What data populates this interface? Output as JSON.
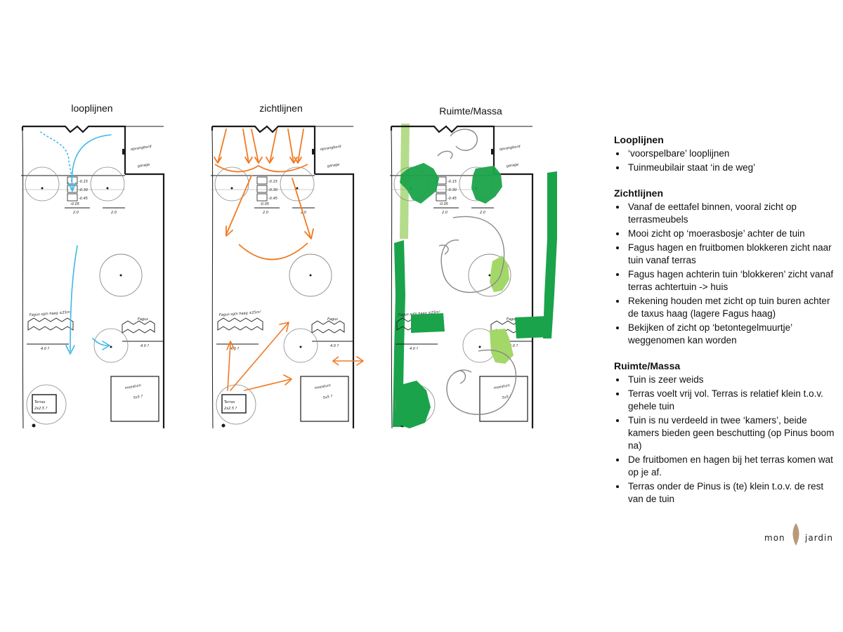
{
  "plans": [
    {
      "id": "looplijnen",
      "title": "looplijnen"
    },
    {
      "id": "zichtlijnen",
      "title": "zichtlijnen"
    },
    {
      "id": "ruimte",
      "title": "Ruimte/Massa"
    }
  ],
  "plan_labels": {
    "opvang": "opvangbord",
    "garage": "garage",
    "m015": "-0.15",
    "m030": "-0.30",
    "m045": "-0.45",
    "m005": "-0.05",
    "dim20a": "2.0",
    "dim20b": "2.0",
    "fagus_left": "Fagus sgln haag ±25m²",
    "fagus_right": "Fagus",
    "dim40a": "4.0 ?",
    "dim40b": "4.0 ?",
    "terras": "Terras",
    "terras_size": "2x2.5 ?",
    "moestuin": "moestuin",
    "moestuin_size": "5x5 ?"
  },
  "colors": {
    "line": "#1a1a1a",
    "walk": "#3db8e6",
    "view": "#f07a22",
    "mass_dark": "#1aa34a",
    "mass_light": "#a3d868",
    "mass_pale": "#b5dc8a",
    "circle": "#888888"
  },
  "notes": {
    "sections": [
      {
        "heading": "Looplijnen",
        "items": [
          "‘voorspelbare’ looplijnen",
          "Tuinmeubilair staat ‘in de weg’"
        ]
      },
      {
        "heading": "Zichtlijnen",
        "items": [
          "Vanaf de eettafel binnen, vooral zicht op terrasmeubels",
          "Mooi zicht op ‘moerasbosje’ achter de tuin",
          "Fagus hagen en fruitbomen blokkeren zicht naar tuin vanaf terras",
          "Fagus hagen achterin tuin ‘blokkeren’ zicht vanaf terras achtertuin -> huis",
          "Rekening houden met zicht op tuin buren achter de taxus haag (lagere Fagus haag)",
          "Bekijken of zicht op ‘betontegelmuurtje’ weggenomen kan worden"
        ]
      },
      {
        "heading": "Ruimte/Massa",
        "items": [
          "Tuin is zeer weids",
          "Terras voelt vrij vol. Terras is relatief klein t.o.v. gehele tuin",
          "Tuin is nu verdeeld in twee ‘kamers’, beide kamers bieden geen beschutting (op Pinus boom na)",
          "De fruitbomen en hagen bij het terras komen wat op je af.",
          "Terras onder de Pinus is (te) klein t.o.v. de rest van de tuin"
        ]
      }
    ]
  },
  "brand": {
    "word1": "mon",
    "word2": "jardin",
    "leaf_color": "#b89a7a"
  }
}
